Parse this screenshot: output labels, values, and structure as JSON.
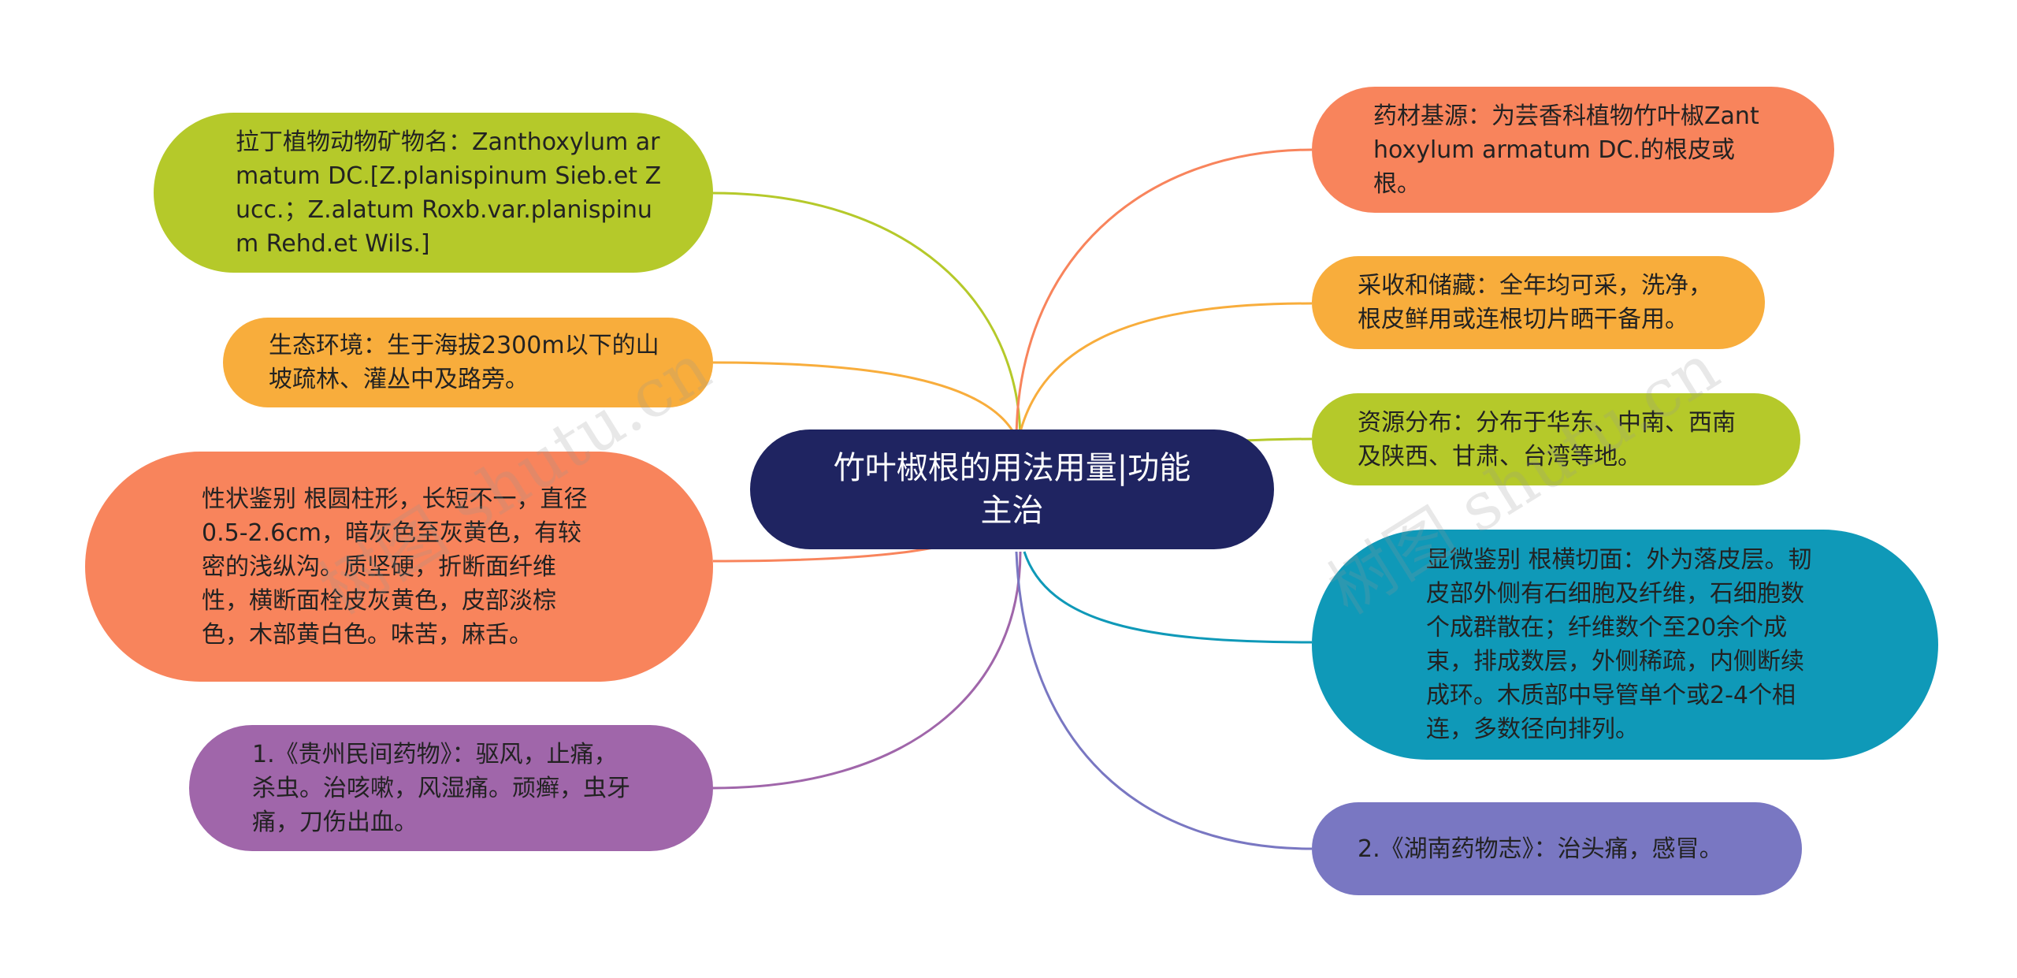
{
  "center": {
    "text": "竹叶椒根的用法用量|功能主治",
    "color": "#1f2461"
  },
  "watermark": "树图 shutu.cn",
  "nodes": {
    "latin": {
      "text": "拉丁植物动物矿物名：Zanthoxylum armatum DC.[Z.planispinum Sieb.et Zucc.；Z.alatum Roxb.var.planispinum Rehd.et Wils.]",
      "color": "#b5c92a",
      "line": "#b5c92a"
    },
    "habitat": {
      "text": "生态环境：生于海拔2300m以下的山坡疏林、灌丛中及路旁。",
      "color": "#f8ad3c",
      "line": "#f8ad3c"
    },
    "shape": {
      "text": "性状鉴别 根圆柱形，长短不一，直径0.5-2.6cm，暗灰色至灰黄色，有较密的浅纵沟。质坚硬，折断面纤维性，横断面栓皮灰黄色，皮部淡棕色，木部黄白色。味苦，麻舌。",
      "color": "#f8845c",
      "line": "#f8845c"
    },
    "guizhou": {
      "text": "1.《贵州民间药物》：驱风，止痛，杀虫。治咳嗽，风湿痛。顽癣，虫牙痛，刀伤出血。",
      "color": "#a066aa",
      "line": "#a066aa"
    },
    "origin": {
      "text": "药材基源：为芸香科植物竹叶椒Zanthoxylum armatum DC.的根皮或根。",
      "color": "#f8845c",
      "line": "#f8845c"
    },
    "harvest": {
      "text": "采收和储藏：全年均可采，洗净，根皮鲜用或连根切片晒干备用。",
      "color": "#f8ad3c",
      "line": "#f8ad3c"
    },
    "distribution": {
      "text": "资源分布：分布于华东、中南、西南及陕西、甘肃、台湾等地。",
      "color": "#b5c92a",
      "line": "#b5c92a"
    },
    "micro": {
      "text": "显微鉴别 根横切面：外为落皮层。韧皮部外侧有石细胞及纤维，石细胞数个成群散在；纤维数个至20余个成束，排成数层，外侧稀疏，内侧断续成环。木质部中导管单个或2-4个相连，多数径向排列。",
      "color": "#0f99b8",
      "line": "#0f99b8"
    },
    "hunan": {
      "text": "2.《湖南药物志》：治头痛，感冒。",
      "color": "#7977c2",
      "line": "#7977c2"
    }
  }
}
